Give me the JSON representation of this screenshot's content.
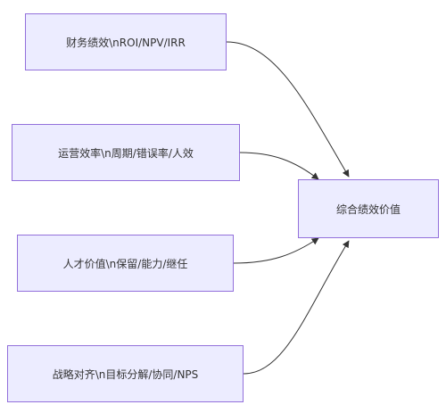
{
  "nodes": {
    "finance": "财务绩效\\nROI/NPV/IRR",
    "operations": "运营效率\\n周期/错误率/人效",
    "talent": "人才价值\\n保留/能力/继任",
    "strategy": "战略对齐\\n目标分解/协同/NPS",
    "result": "综合绩效价值"
  },
  "colors": {
    "node_fill": "#ECECFF",
    "node_border": "#9370DB",
    "edge": "#333333",
    "text": "#333333"
  }
}
